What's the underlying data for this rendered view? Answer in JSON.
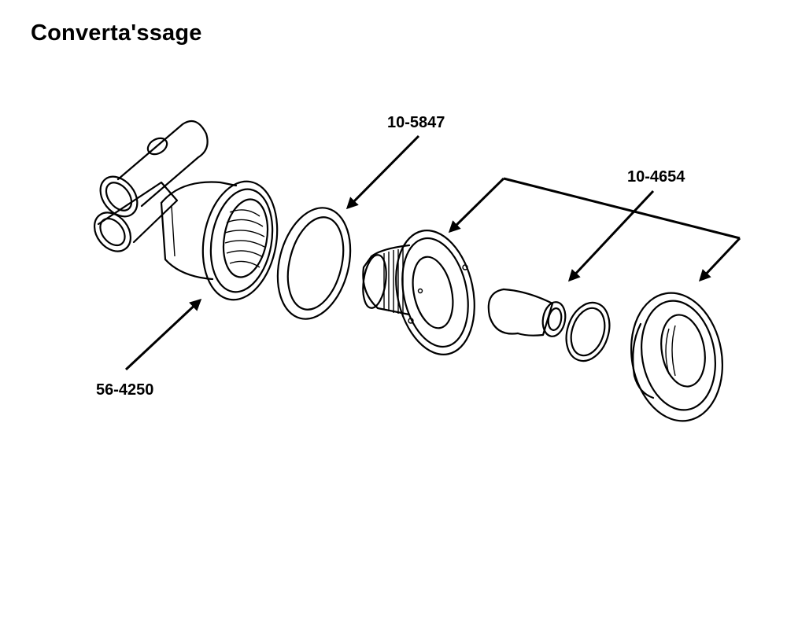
{
  "title": "Converta'ssage",
  "callouts": [
    {
      "id": "56-4250",
      "label": "56-4250"
    },
    {
      "id": "10-5847",
      "label": "10-5847"
    },
    {
      "id": "10-4654",
      "label": "10-4654"
    }
  ],
  "colors": {
    "ink": "#000000",
    "background": "#ffffff"
  }
}
